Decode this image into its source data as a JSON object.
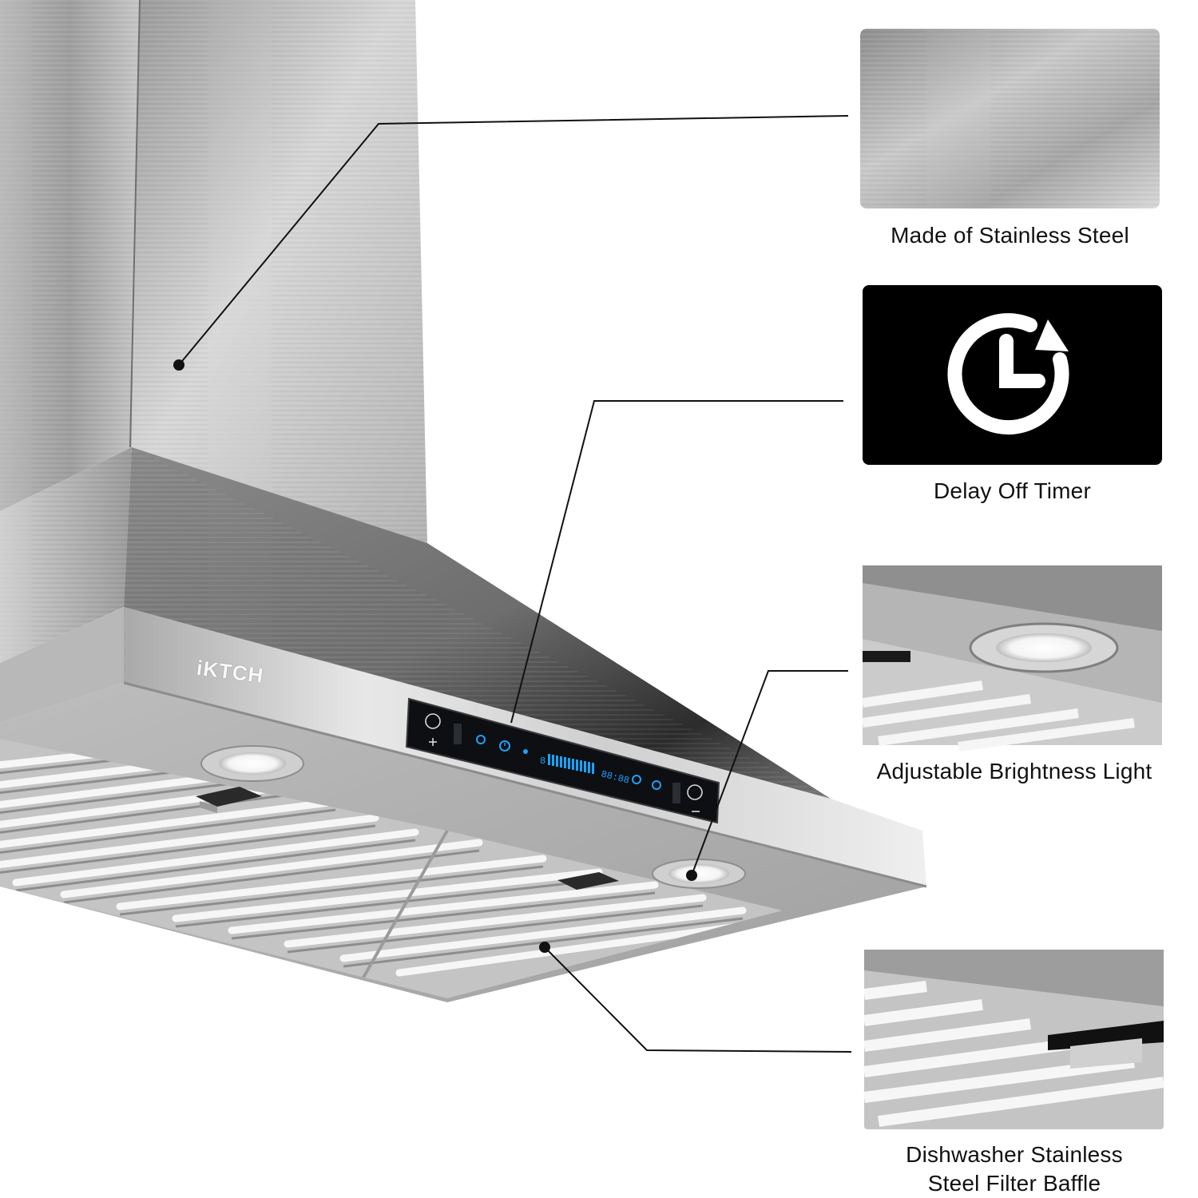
{
  "product": {
    "brand": "iKTCH",
    "display_readout": "88:88",
    "display_speed_digit": "8"
  },
  "features": [
    {
      "label": "Made of Stainless Steel",
      "icon": "brushed-steel-swatch"
    },
    {
      "label": "Delay Off Timer",
      "icon": "timer-clock-icon"
    },
    {
      "label": "Adjustable Brightness Light",
      "icon": "led-light-closeup"
    },
    {
      "label": "Dishwasher Stainless Steel Filter Baffle",
      "icon": "baffle-filter-closeup"
    }
  ],
  "colors": {
    "steel_light": "#e6e6e6",
    "steel_mid": "#a9a9a9",
    "steel_dark": "#5c5c5c",
    "panel_black": "#0d0f12",
    "display_blue": "#1aa3ff",
    "timer_card_bg": "#000000"
  }
}
